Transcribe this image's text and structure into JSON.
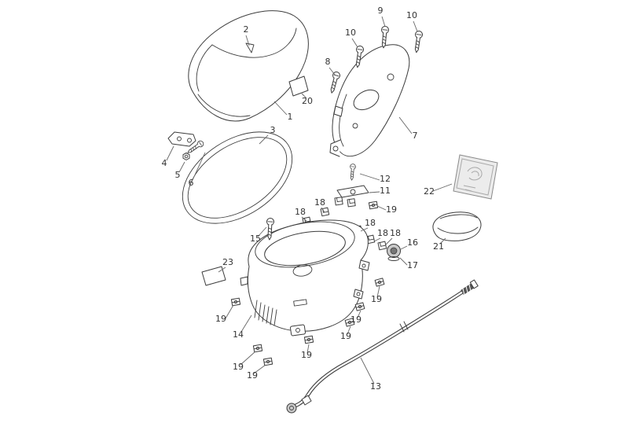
{
  "colors": {
    "background": "#ffffff",
    "line": "#3c3c3c",
    "leader": "#666666",
    "label_text": "#333333"
  },
  "callouts": {
    "n1": "1",
    "n2": "2",
    "n3": "3",
    "n4": "4",
    "n5": "5",
    "n6": "6",
    "n7": "7",
    "n8": "8",
    "n9": "9",
    "n10a": "10",
    "n10b": "10",
    "n11": "11",
    "n12": "12",
    "n13": "13",
    "n14": "14",
    "n15": "15",
    "n16": "16",
    "n17": "17",
    "n18a": "18",
    "n18b": "18",
    "n18c": "18",
    "n18d": "18",
    "n18e": "18",
    "n19a": "19",
    "n19b": "19",
    "n19c": "19",
    "n19d": "19",
    "n19e": "19",
    "n19f": "19",
    "n19g": "19",
    "n19h": "19",
    "n20": "20",
    "n21": "21",
    "n22": "22",
    "n23": "23"
  }
}
